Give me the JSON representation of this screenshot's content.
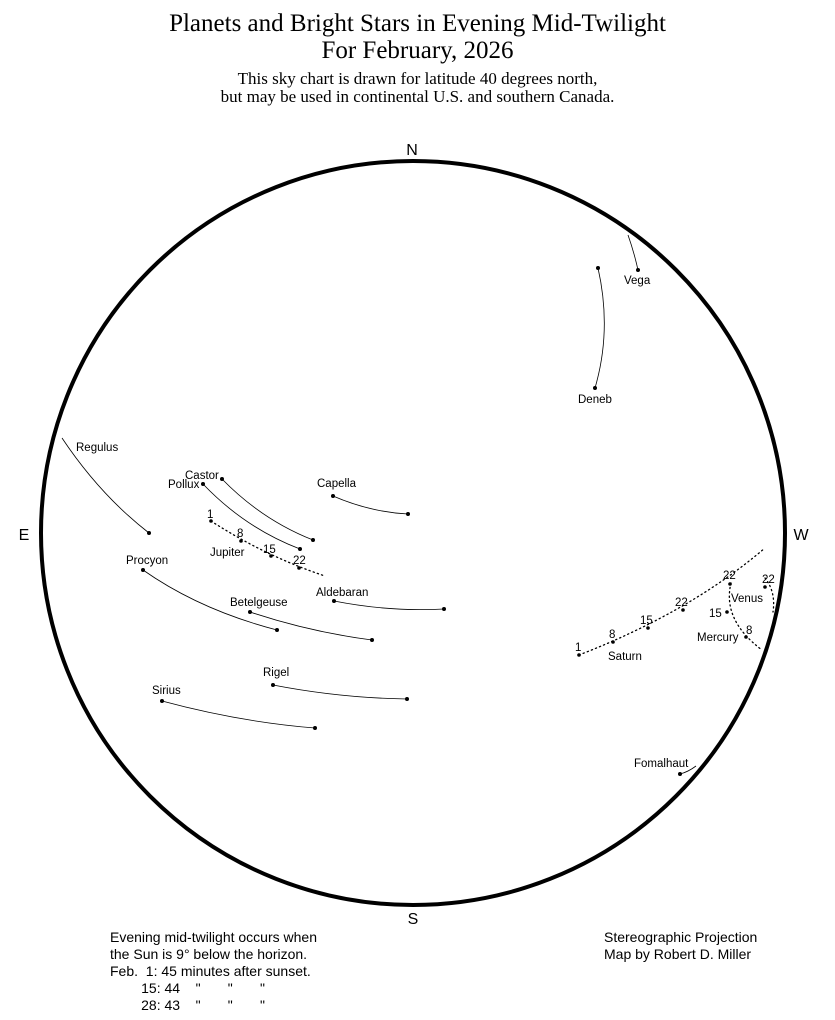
{
  "header": {
    "title_line1": "Planets and Bright Stars in Evening Mid-Twilight",
    "title_line2": "For February, 2026",
    "subtitle_line1": "This sky chart is drawn for latitude 40 degrees north,",
    "subtitle_line2": "but may be used in continental U.S. and southern Canada."
  },
  "compass": {
    "north": "N",
    "south": "S",
    "east": "E",
    "west": "W"
  },
  "stars": [
    {
      "name": "Vega",
      "path_desc": "setting near north-west horizon"
    },
    {
      "name": "Deneb"
    },
    {
      "name": "Regulus"
    },
    {
      "name": "Castor"
    },
    {
      "name": "Pollux"
    },
    {
      "name": "Capella"
    },
    {
      "name": "Procyon"
    },
    {
      "name": "Betelgeuse"
    },
    {
      "name": "Aldebaran"
    },
    {
      "name": "Rigel"
    },
    {
      "name": "Sirius"
    },
    {
      "name": "Fomalhaut"
    }
  ],
  "planets": {
    "jupiter": {
      "name": "Jupiter",
      "dates": [
        "1",
        "8",
        "15",
        "22"
      ]
    },
    "saturn": {
      "name": "Saturn",
      "dates": [
        "1",
        "8",
        "15",
        "22"
      ]
    },
    "venus": {
      "name": "Venus",
      "dates": [
        "22"
      ]
    },
    "mercury": {
      "name": "Mercury",
      "dates": [
        "8",
        "15",
        "22"
      ]
    }
  },
  "footer_left": {
    "line1": "Evening mid-twilight occurs when",
    "line2": "the Sun is 9° below the horizon.",
    "line3": "Feb.  1: 45 minutes after sunset.",
    "line4": "        15: 44    \"       \"       \"",
    "line5": "        28: 43    \"       \"       \""
  },
  "footer_right": {
    "line1": "Stereographic Projection",
    "line2": "Map by Robert D. Miller"
  }
}
